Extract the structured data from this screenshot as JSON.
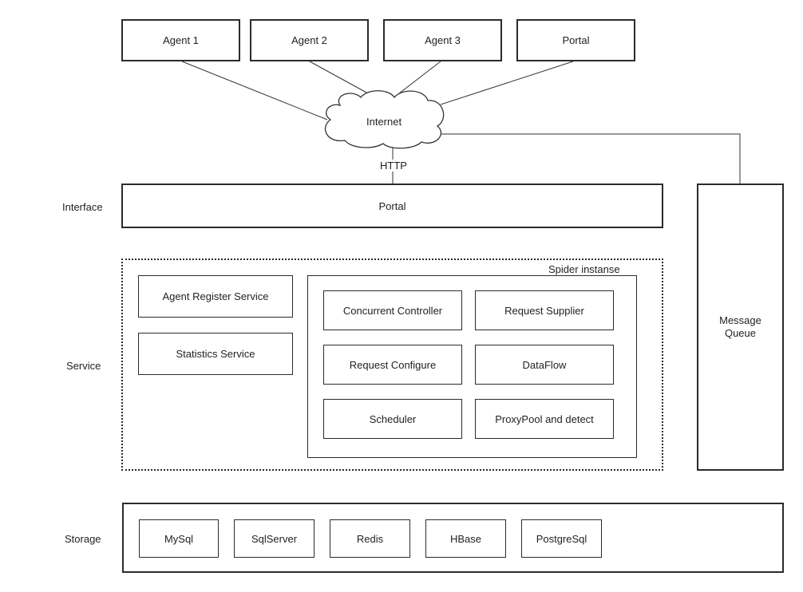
{
  "top_nodes": [
    "Agent 1",
    "Agent 2",
    "Agent 3",
    "Portal"
  ],
  "cloud": "Internet",
  "http_label": "HTTP",
  "layers": {
    "interface": "Interface",
    "service": "Service",
    "storage": "Storage"
  },
  "interface_portal": "Portal",
  "message_queue": {
    "line1": "Message",
    "line2": "Queue"
  },
  "service": {
    "left": [
      "Agent Register Service",
      "Statistics Service"
    ],
    "spider_title": "Spider instanse",
    "spider_modules": [
      "Concurrent Controller",
      "Request Supplier",
      "Request Configure",
      "DataFlow",
      "Scheduler",
      "ProxyPool and detect"
    ]
  },
  "storage": [
    "MySql",
    "SqlServer",
    "Redis",
    "HBase",
    "PostgreSql"
  ]
}
